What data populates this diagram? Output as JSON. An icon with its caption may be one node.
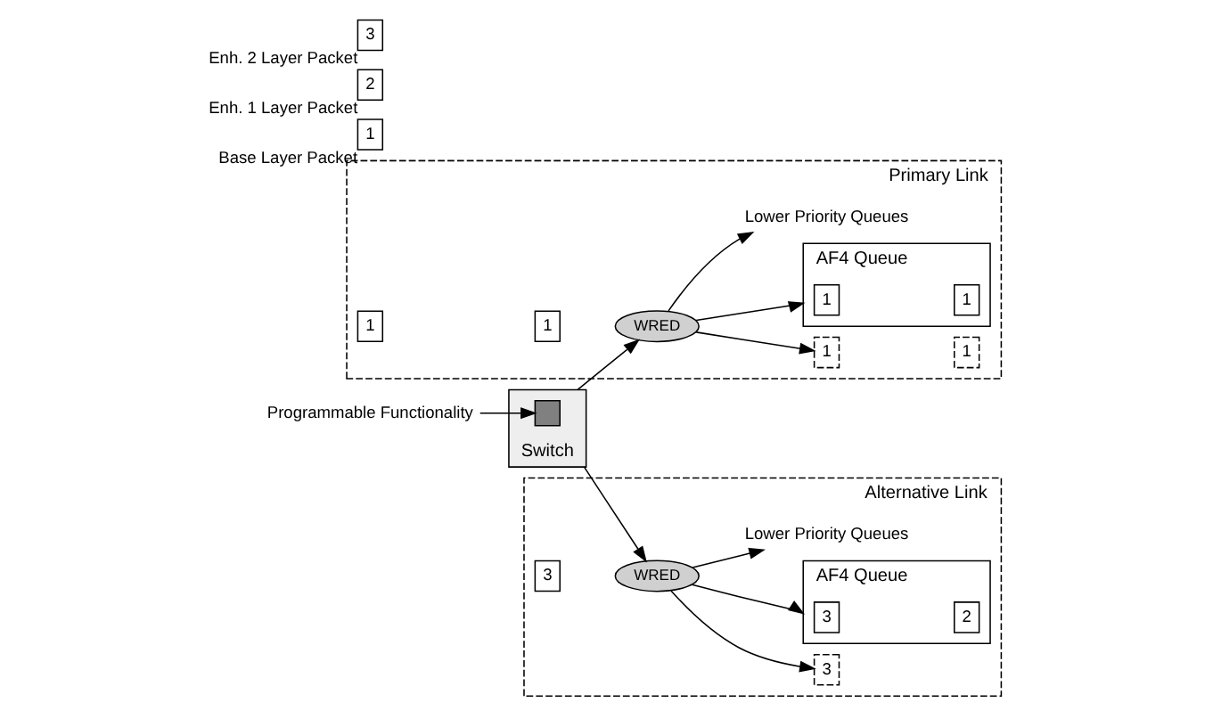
{
  "diagram": {
    "nodes": [
      {
        "text": [
          "Programmable Functionality"
        ]
      },
      {
        "text": [
          "Switch"
        ]
      },
      {
        "text": [],
        "shape": "box",
        "in": 1
      },
      {
        "text": [
          "Primary Link"
        ]
      },
      {
        "text": [
          "1"
        ],
        "in": 3
      },
      {
        "text": [
          "1"
        ],
        "in": 3
      },
      {
        "text": [
          "WRED"
        ],
        "in": 3
      },
      {
        "text": [
          "1"
        ],
        "in": 3
      },
      {
        "text": [
          "1"
        ],
        "in": 3
      },
      {
        "text": [
          "AF4 Queue"
        ],
        "in": 3
      },
      {
        "text": [
          "1"
        ],
        "in": 9
      },
      {
        "text": [
          "1"
        ],
        "in": 9
      },
      {
        "text": [
          "Lower Priority Queues"
        ],
        "in": 3
      },
      {
        "text": [
          "Alternative Link"
        ]
      },
      {
        "text": [
          "3"
        ],
        "in": 13
      },
      {
        "text": [
          "WRED"
        ],
        "in": 13
      },
      {
        "text": [
          "3"
        ],
        "in": 13
      },
      {
        "text": [
          "AF4 Queue"
        ],
        "in": 13
      },
      {
        "text": [
          "3"
        ],
        "in": 17
      },
      {
        "text": [
          "2"
        ],
        "in": 17
      },
      {
        "text": [
          "Lower Priority Queues"
        ],
        "in": 13
      },
      {
        "text": [
          "1"
        ],
        "beside": [
          "Base Layer Packet"
        ]
      },
      {
        "text": [
          "2"
        ],
        "beside": [
          "Enh. 1 Layer Packet"
        ]
      },
      {
        "text": [
          "3"
        ],
        "beside": [
          "Enh. 2 Layer Packet"
        ]
      }
    ],
    "edges": [
      {
        "from": 0,
        "to": 2,
        "arrow": "to"
      },
      {
        "from": 1,
        "to": 6,
        "arrow": "to"
      },
      {
        "from": 6,
        "to": 7,
        "arrow": "to"
      },
      {
        "from": 6,
        "to": 9,
        "arrow": "to"
      },
      {
        "from": 6,
        "to": 12,
        "arrow": "to"
      },
      {
        "from": 1,
        "to": 15,
        "arrow": "to"
      },
      {
        "from": 15,
        "to": 16,
        "arrow": "to"
      },
      {
        "from": 15,
        "to": 17,
        "arrow": "to"
      },
      {
        "from": 15,
        "to": 20,
        "arrow": "to"
      }
    ]
  }
}
